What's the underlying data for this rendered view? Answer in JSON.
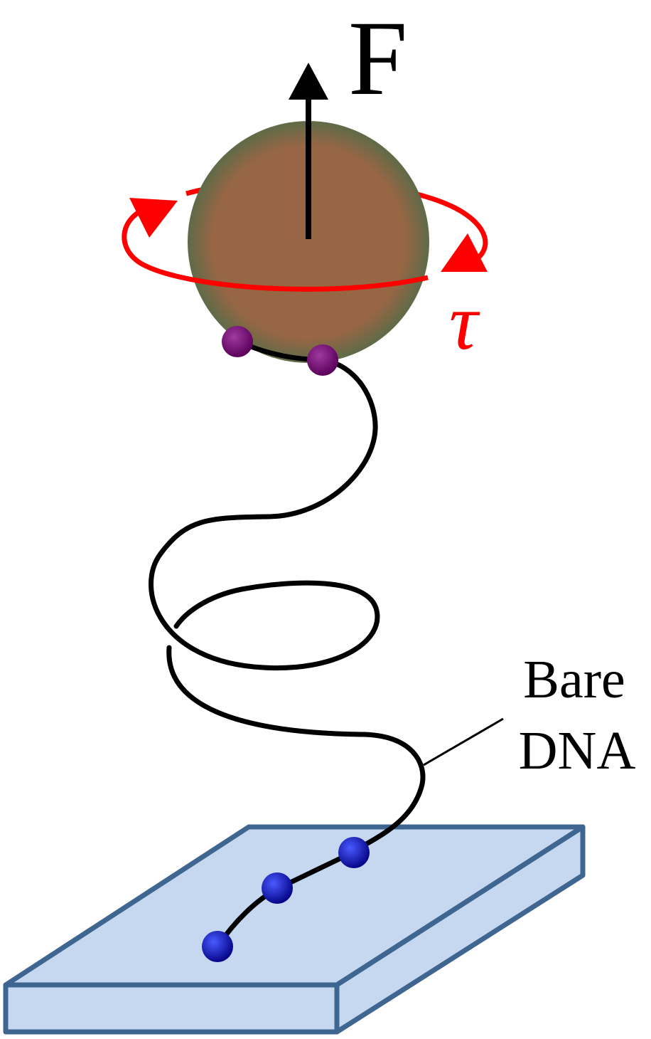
{
  "labels": {
    "force": "F",
    "torque": "τ",
    "dna_line1": "Bare",
    "dna_line2": "DNA"
  },
  "colors": {
    "bead_center": "#976645",
    "bead_edge": "#5e6b48",
    "torque": "#ff0000",
    "anchor_top": "#6a006a",
    "anchor_bottom": "#1010c8",
    "slab_fill": "#c5d8ef",
    "slab_stroke": "#3f6690",
    "dna": "#000000"
  }
}
